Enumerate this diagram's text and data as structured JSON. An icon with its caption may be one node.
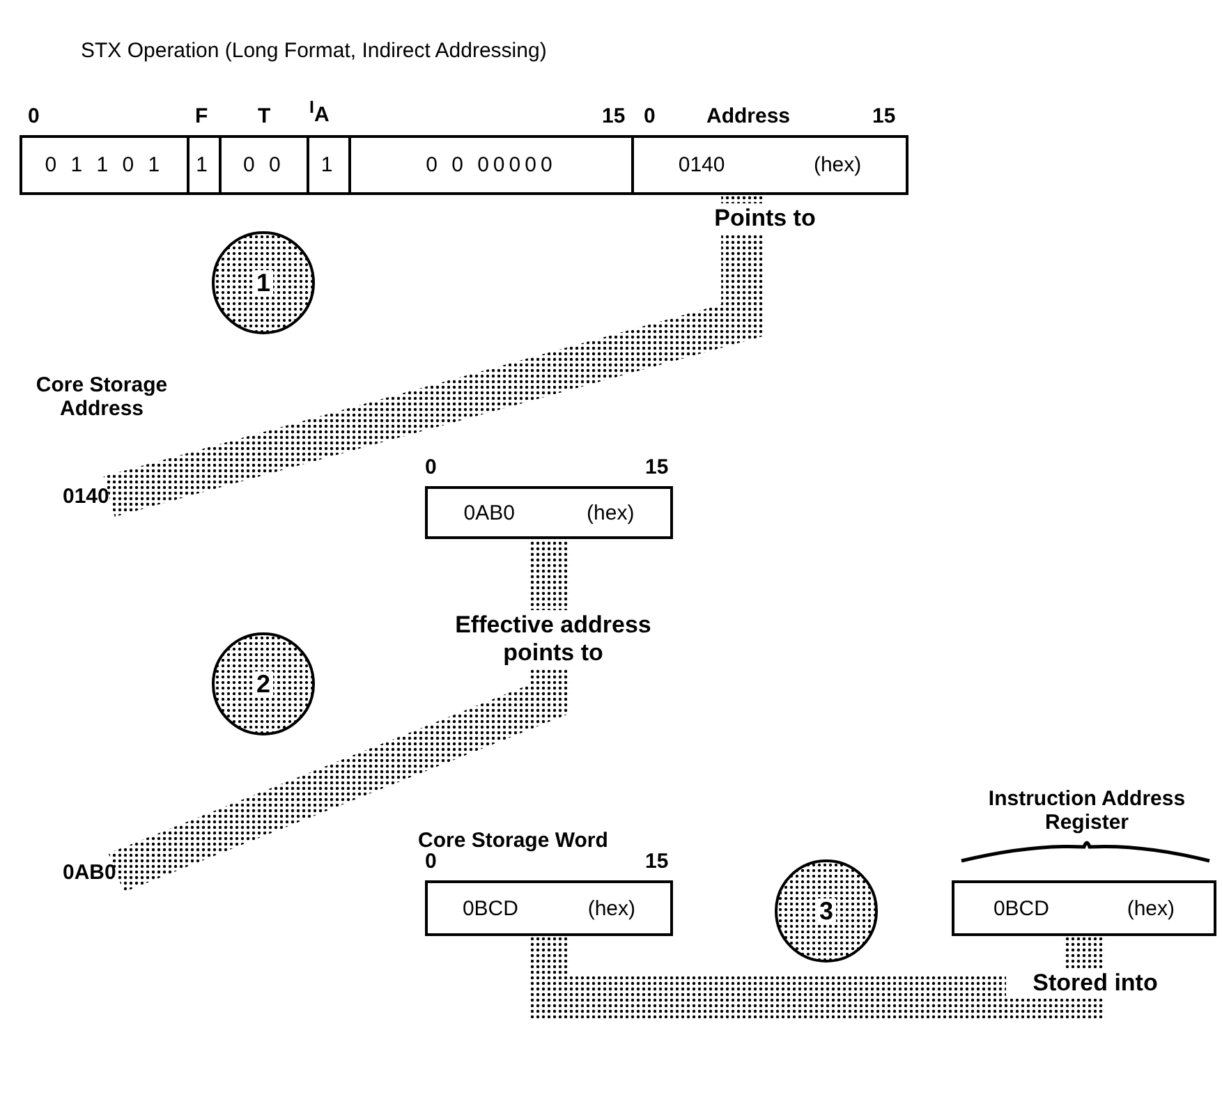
{
  "diagram": {
    "title": "STX Operation (Long Format, Indirect Addressing)",
    "nodes": [
      {
        "text": [
          "0 1 1 0 1",
          "1",
          "0 0",
          "1",
          "0 0 00000"
        ]
      },
      {
        "text": [
          "0140",
          "(hex)"
        ]
      },
      {
        "text": [
          "1"
        ]
      },
      {
        "text": [
          "0140"
        ]
      },
      {
        "text": [
          "0AB0",
          "(hex)"
        ]
      },
      {
        "text": [
          "2"
        ]
      },
      {
        "text": [
          "0AB0"
        ]
      },
      {
        "text": [
          "0BCD",
          "(hex)"
        ]
      },
      {
        "text": [
          "3"
        ]
      },
      {
        "text": [
          "0BCD",
          "(hex)"
        ]
      }
    ],
    "edges": [
      {
        "from": 1,
        "to": 3,
        "arrow": "none",
        "label": "Points to",
        "style": "thick"
      },
      {
        "from": 4,
        "to": 6,
        "arrow": "none",
        "label": "Effective address points to",
        "style": "thick"
      },
      {
        "from": 7,
        "to": 9,
        "arrow": "none",
        "label": "Stored into",
        "style": "thick"
      }
    ],
    "labels": [
      "0",
      "F",
      "T",
      "$^{I}$A",
      "15",
      "0",
      "Address",
      "15",
      "Core Storage Address",
      "0",
      "15",
      "Core Storage Word",
      "0",
      "15",
      "Instruction Address Register"
    ]
  }
}
